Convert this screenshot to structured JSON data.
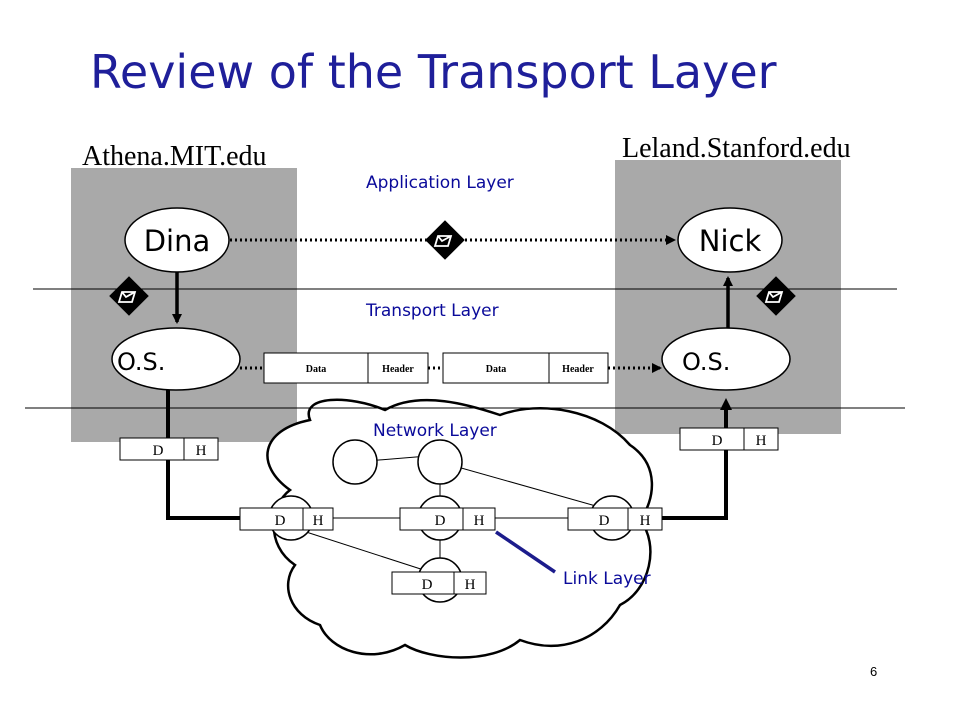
{
  "slide": {
    "title": "Review of the Transport Layer",
    "page_number": "6"
  },
  "hosts": {
    "left": {
      "name": "Athena.MIT.edu",
      "user": "Dina",
      "os": "O.S."
    },
    "right": {
      "name": "Leland.Stanford.edu",
      "user": "Nick",
      "os": "O.S."
    }
  },
  "layers": {
    "application": "Application Layer",
    "transport": "Transport Layer",
    "network": "Network Layer",
    "link": "Link Layer"
  },
  "segments": [
    {
      "data": "Data",
      "header": "Header"
    },
    {
      "data": "Data",
      "header": "Header"
    }
  ],
  "packet": {
    "data": "D",
    "header": "H"
  },
  "icons": {
    "message": "envelope-icon"
  },
  "colors": {
    "title": "#1f1f9a",
    "layer_labels": "#0a0a9a",
    "host_box": "#a9a9a9",
    "link_line": "#1c1c8c"
  }
}
